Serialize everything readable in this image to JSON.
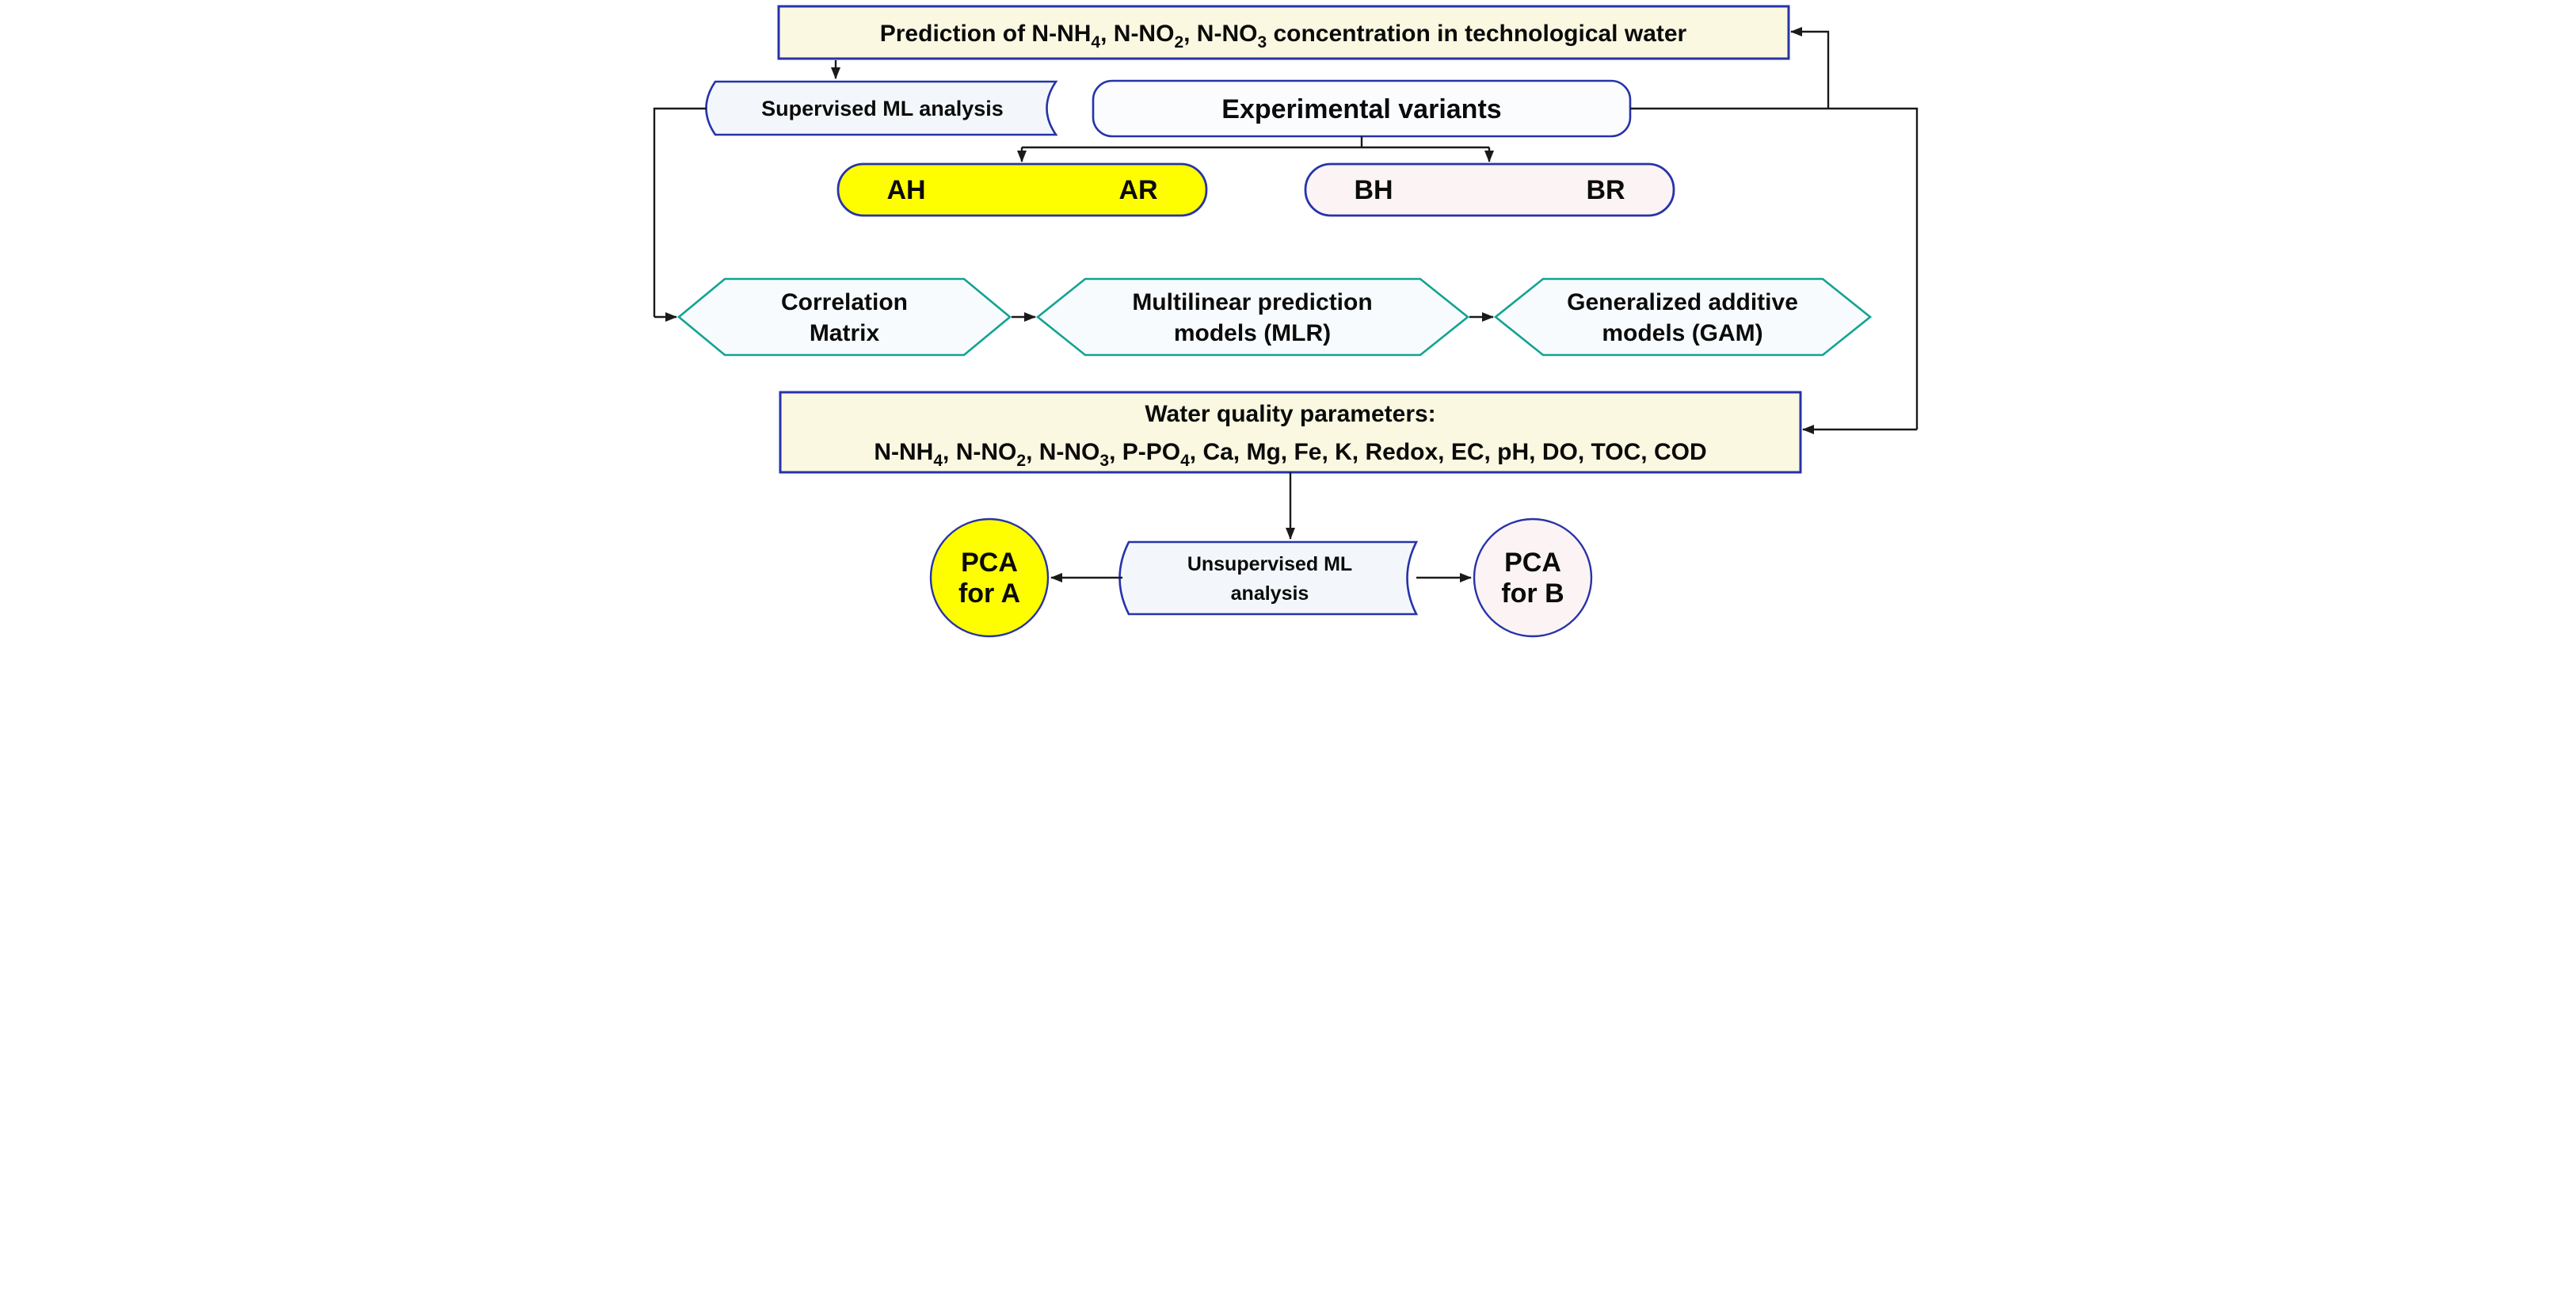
{
  "colors": {
    "cream": "#FBF8E1",
    "blue_border": "#2733A8",
    "teal_border": "#11A392",
    "yellow": "#FEFE00",
    "pink": "#FBF3F4",
    "flag_panel": "#F3F7FB",
    "white_panel": "#FAFCFE",
    "hex_panel": "#F8FBFD",
    "arrow": "#1A1A1A"
  },
  "nodes": {
    "prediction": {
      "label": "Prediction of  N-NH~4~, N-NO~2~, N-NO~3~ concentration in technological water"
    },
    "supervised": {
      "label": "Supervised ML analysis"
    },
    "experimental": {
      "label": "Experimental variants"
    },
    "variant_a": {
      "left": "AH",
      "right": "AR"
    },
    "variant_b": {
      "left": "BH",
      "right": "BR"
    },
    "correlation": {
      "line1": "Correlation",
      "line2": "Matrix"
    },
    "mlr": {
      "line1": "Multilinear prediction",
      "line2": "models (MLR)"
    },
    "gam": {
      "line1": "Generalized additive",
      "line2": "models (GAM)"
    },
    "water": {
      "line1": "Water quality parameters:",
      "line2": "N-NH~4~, N-NO~2~, N-NO~3~, P-PO~4~, Ca, Mg, Fe, K, Redox, EC, pH, DO, TOC, COD"
    },
    "unsupervised": {
      "line1": "Unsupervised ML",
      "line2": "analysis"
    },
    "pca_a": {
      "line1": "PCA",
      "line2": "for A"
    },
    "pca_b": {
      "line1": "PCA",
      "line2": "for B"
    }
  }
}
